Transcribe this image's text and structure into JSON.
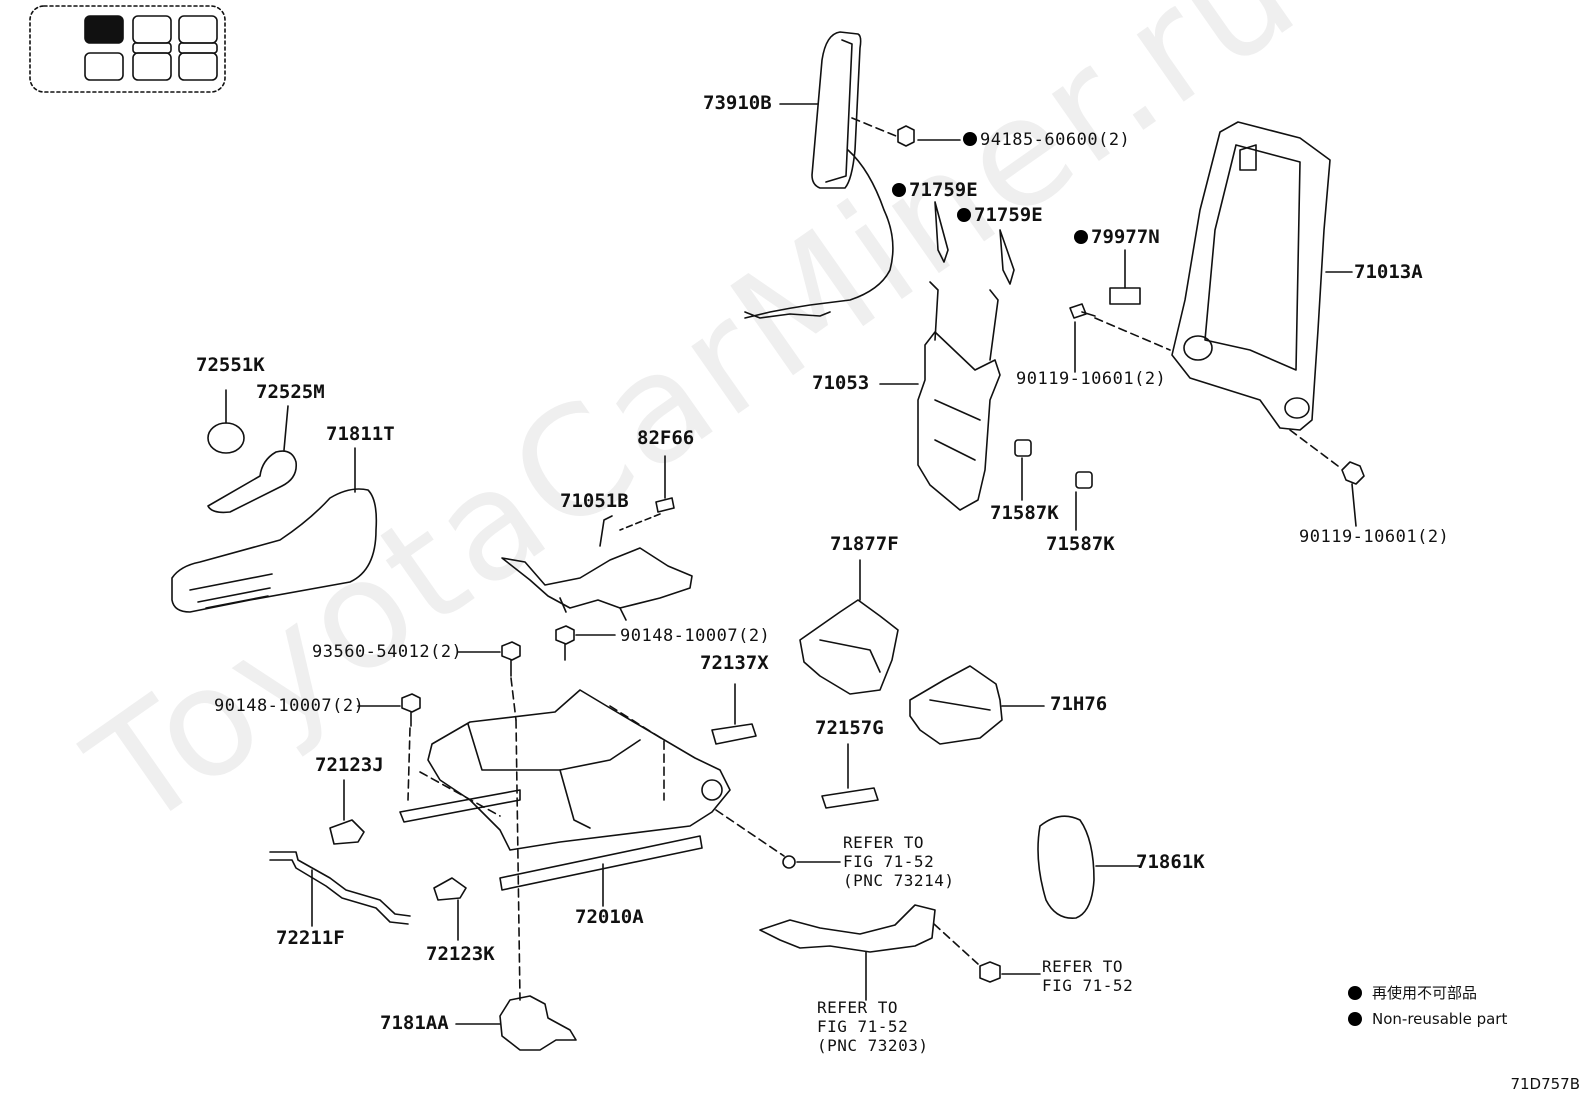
{
  "watermark": "ToyotaCarMiner.ru",
  "labels": {
    "p73910B": "73910B",
    "p94185": "94185-60600(2)",
    "p71759E_a": "71759E",
    "p71759E_b": "71759E",
    "p79977N": "79977N",
    "p71013A": "71013A",
    "p90119_a": "90119-10601(2)",
    "p71053": "71053",
    "p71587K_a": "71587K",
    "p71587K_b": "71587K",
    "p90119_b": "90119-10601(2)",
    "p72551K": "72551K",
    "p72525M": "72525M",
    "p71811T": "71811T",
    "p82F66": "82F66",
    "p71051B": "71051B",
    "p71877F": "71877F",
    "p93560": "93560-54012(2)",
    "p90148_a": "90148-10007(2)",
    "p72137X": "72137X",
    "p90148_b": "90148-10007(2)",
    "p71H76": "71H76",
    "p72157G": "72157G",
    "p72123J": "72123J",
    "p71861K": "71861K",
    "p72211F": "72211F",
    "p72010A": "72010A",
    "p72123K": "72123K",
    "p7181AA": "7181AA"
  },
  "refers": {
    "r1": "REFER TO\nFIG 71-52\n(PNC 73214)",
    "r2": "REFER TO\nFIG 71-52",
    "r3": "REFER TO\nFIG 71-52\n(PNC 73203)"
  },
  "legend": {
    "jp": "再使用不可部品",
    "en": "Non-reusable part"
  },
  "diagram_code": "71D757B"
}
